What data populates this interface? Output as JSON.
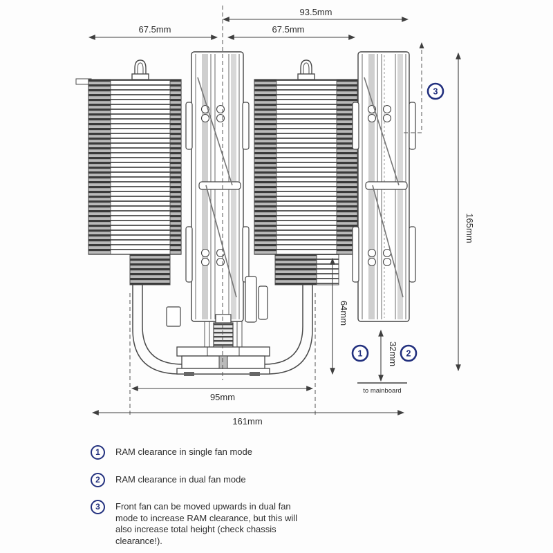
{
  "diagram": {
    "dims": {
      "d935": "93.5mm",
      "d675_left": "67.5mm",
      "d675_right": "67.5mm",
      "d165": "165mm",
      "d64": "64mm",
      "d32": "32mm",
      "d95": "95mm",
      "d161": "161mm",
      "to_mainboard": "to mainboard"
    },
    "callouts": {
      "c1": "1",
      "c2": "2",
      "c3": "3"
    },
    "colors": {
      "callout": "#22307e",
      "line": "#3f3f3f",
      "text": "#2d2d2d"
    }
  },
  "legend": {
    "items": [
      {
        "num": "1",
        "text": "RAM clearance in single fan mode"
      },
      {
        "num": "2",
        "text": "RAM clearance in dual fan mode"
      },
      {
        "num": "3",
        "text": "Front fan can be moved upwards in dual fan mode to increase RAM clearance, but this will also increase total height (check chassis clearance!)."
      }
    ]
  }
}
